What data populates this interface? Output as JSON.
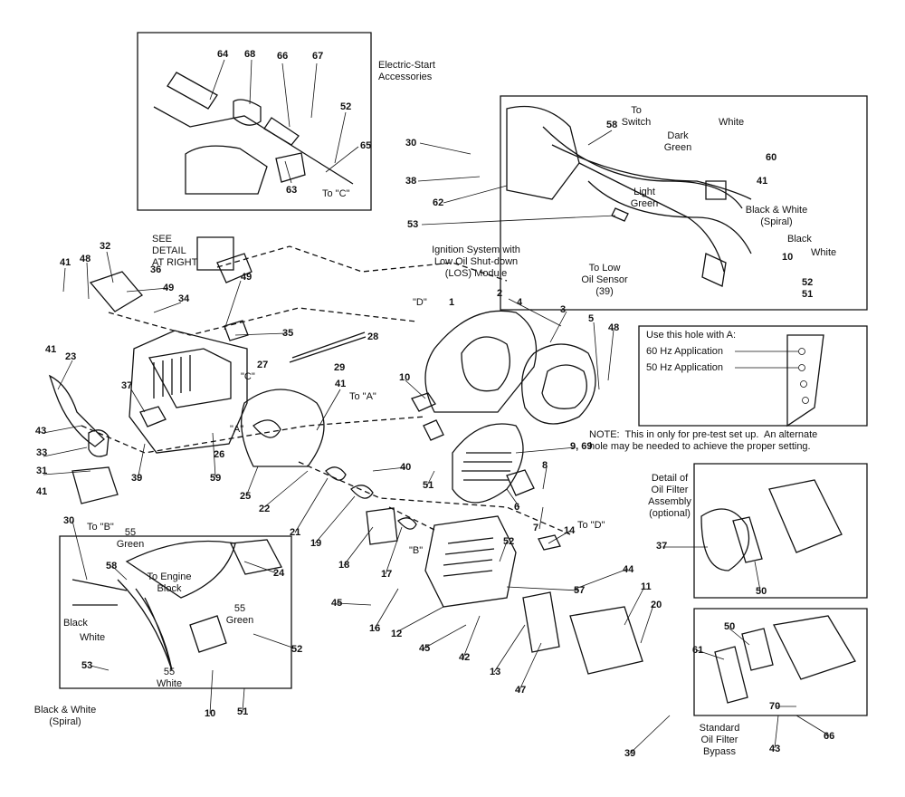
{
  "labels": {
    "p64": "64",
    "p68": "68",
    "p66": "66",
    "p67": "67",
    "p52a": "52",
    "p65": "65",
    "p63": "63",
    "p58a": "58",
    "p30a": "30",
    "p38a": "38",
    "p62a": "62",
    "p53a": "53",
    "p60": "60",
    "p41a": "41",
    "p10a": "10",
    "p52b": "52",
    "p51a": "51",
    "p32": "32",
    "p48a": "48",
    "p41b": "41",
    "p49a": "49",
    "p34": "34",
    "p41c": "41",
    "p36": "36",
    "p49b": "49",
    "p35": "35",
    "p27": "27",
    "p2": "2",
    "p4": "4",
    "p3": "3",
    "p5": "5",
    "p48b": "48",
    "p28": "28",
    "p29": "29",
    "p23": "23",
    "p43a": "43",
    "p33": "33",
    "p37a": "37",
    "p31": "31",
    "p39a": "39",
    "p59": "59",
    "p26": "26",
    "p41d": "41",
    "p41e": "41",
    "p10b": "10",
    "p25": "25",
    "p22": "22",
    "p51b": "51",
    "p9_69": "9, 69",
    "p8": "8",
    "p6": "6",
    "p7": "7",
    "p40": "40",
    "p21": "21",
    "p19": "19",
    "p18": "18",
    "p17": "17",
    "p14": "14",
    "p52c": "52",
    "p44": "44",
    "p57": "57",
    "p11": "11",
    "p20": "20",
    "p45a": "45",
    "p16": "16",
    "p12": "12",
    "p45b": "45",
    "p42": "42",
    "p13": "13",
    "p47": "47",
    "p30b": "30",
    "p58b": "58",
    "p38_62": "38\n62'",
    "p24": "24",
    "p52d": "52",
    "p53b": "53",
    "p10c": "10",
    "p51c": "51",
    "p37b": "37",
    "p50a": "50",
    "p50b": "50",
    "p61": "61",
    "p70": "70",
    "p66b": "66",
    "p43b": "43",
    "p39b": "39",
    "p1": "1"
  },
  "callouts": {
    "electric_start": "Electric-Start\nAccessories",
    "to_c_top": "To \"C\"",
    "see_detail": "SEE\nDETAIL\nAT RIGHT",
    "to_switch": "To\nSwitch",
    "white_a": "White",
    "dark_green": "Dark\nGreen",
    "light_green": "Light\nGreen",
    "bw_spiral_a": "Black & White\n(Spiral)",
    "black_a": "Black",
    "white_b": "White",
    "to_low_oil": "To Low\nOil Sensor\n(39)",
    "ignition": "Ignition System with\nLow Oil Shut-down\n(LOS) Module",
    "d_top": "\"D\"",
    "c_mid": "\"C\"",
    "a_mid": "\"A\"",
    "to_a": "To \"A\"",
    "to_b": "To \"B\"",
    "to_d": "To \"D\"",
    "b_mid": "\"B\"",
    "green55a": "55\nGreen",
    "to_engine_block": "To Engine\nBlock",
    "green55b": "55\nGreen",
    "black_b": "Black",
    "white_c": "White",
    "white55": "55\nWhite",
    "bw_spiral_b": "Black & White\n(Spiral)",
    "detail_oil": "Detail of\nOil Filter\nAssembly\n(optional)",
    "std_oil": "Standard\nOil Filter\nBypass"
  },
  "hole_detail": {
    "header": "Use this hole with A:",
    "row60": "60 Hz Application",
    "row50": "50 Hz Application"
  },
  "note": "NOTE:  This in only for pre-test set up.  An alternate\nhole may be needed to achieve the proper setting."
}
